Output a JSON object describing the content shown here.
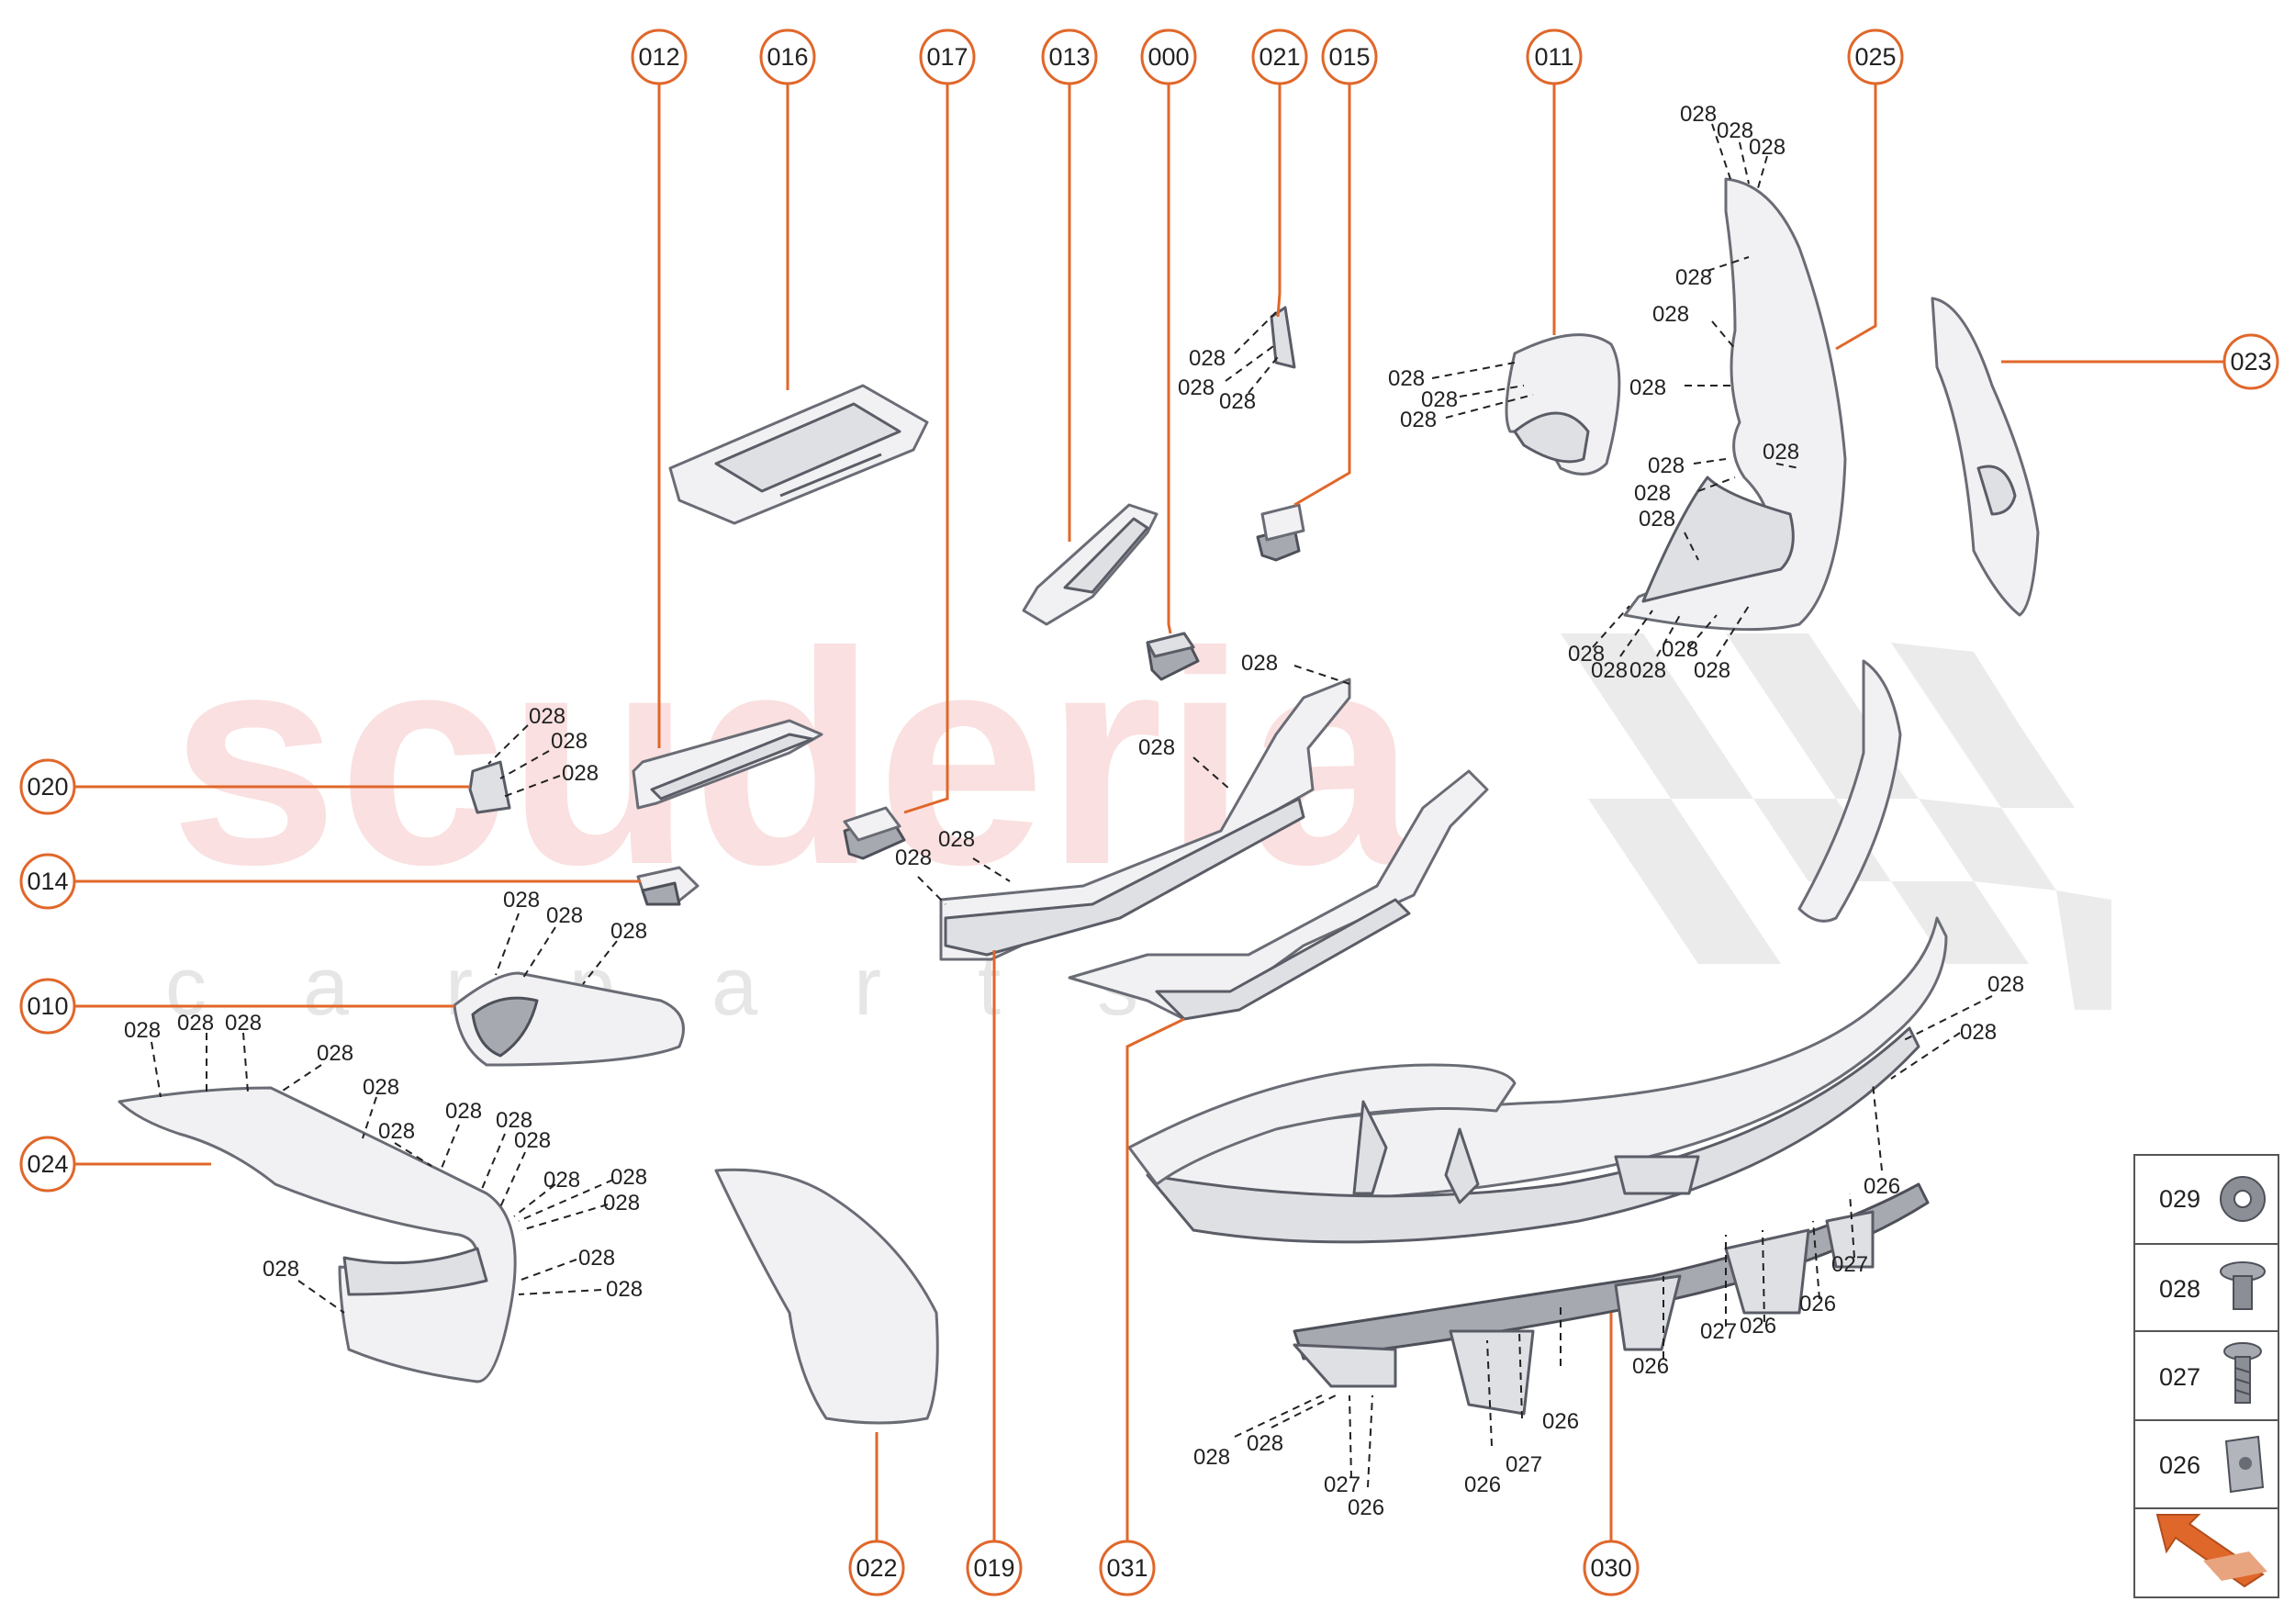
{
  "watermark": {
    "brand": "scuderia",
    "subtitle": "c a r p a r t s"
  },
  "callouts": [
    "012",
    "016",
    "017",
    "013",
    "000",
    "021",
    "015",
    "011",
    "025",
    "023",
    "020",
    "014",
    "010",
    "024",
    "022",
    "019",
    "031",
    "030"
  ],
  "fastener_labels": [
    "028",
    "026",
    "027"
  ],
  "legend": [
    {
      "label": "029",
      "icon": "washer-icon"
    },
    {
      "label": "028",
      "icon": "bolt-icon"
    },
    {
      "label": "027",
      "icon": "screw-icon"
    },
    {
      "label": "026",
      "icon": "clip-nut-icon"
    }
  ],
  "legend_arrow_icon": "orientation-arrow-icon",
  "colors": {
    "accent": "#e0672a",
    "watermark": "#f4b2b2"
  }
}
